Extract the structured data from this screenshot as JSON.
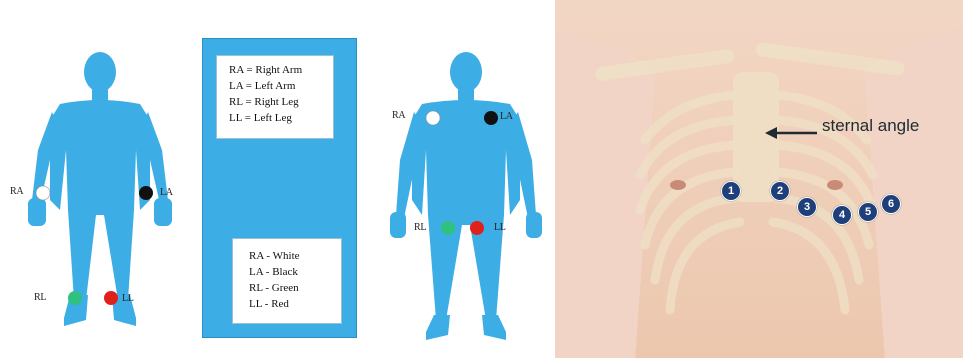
{
  "colors": {
    "body": "#3daee5",
    "white_electrode": "#ffffff",
    "black_electrode": "#111111",
    "green_electrode": "#2ec27e",
    "red_electrode": "#e0201b"
  },
  "limb_figure": {
    "labels": {
      "ra": "RA",
      "la": "LA",
      "rl": "RL",
      "ll": "LL"
    }
  },
  "torso_figure": {
    "labels": {
      "ra": "RA",
      "la": "LA",
      "rl": "RL",
      "ll": "LL"
    }
  },
  "legend": {
    "abbreviations": [
      "RA = Right Arm",
      "LA = Left Arm",
      "RL = Right Leg",
      "LL = Left Leg"
    ],
    "colors": [
      "RA - White",
      "LA - Black",
      "RL - Green",
      "LL - Red"
    ]
  },
  "chest_photo": {
    "annotation": "sternal angle",
    "electrodes": [
      "1",
      "2",
      "3",
      "4",
      "5",
      "6"
    ]
  }
}
